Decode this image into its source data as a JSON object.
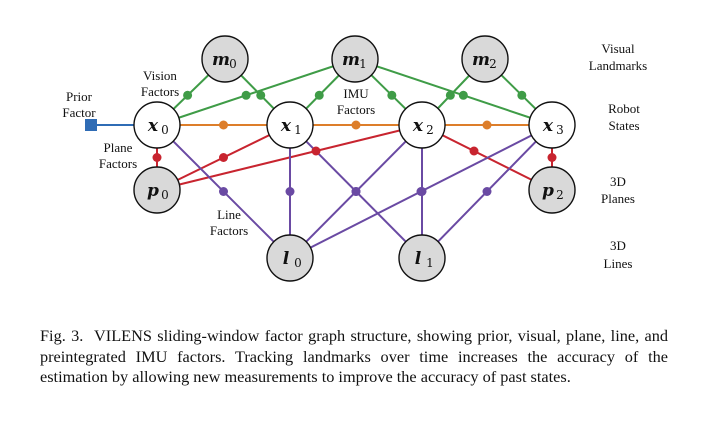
{
  "labels": {
    "vision_factors": [
      "Vision",
      "Factors"
    ],
    "prior_factor": [
      "Prior",
      "Factor"
    ],
    "plane_factors": [
      "Plane",
      "Factors"
    ],
    "imu_factors": [
      "IMU",
      "Factors"
    ],
    "line_factors": [
      "Line",
      "Factors"
    ],
    "visual_landmarks": [
      "Visual",
      "Landmarks"
    ],
    "robot_states": [
      "Robot",
      "States"
    ],
    "planes_3d": [
      "3D",
      "Planes"
    ],
    "lines_3d": [
      "3D",
      "Lines"
    ]
  },
  "nodes": {
    "m0": {
      "base": "m",
      "sub": "0"
    },
    "m1": {
      "base": "m",
      "sub": "1"
    },
    "m2": {
      "base": "m",
      "sub": "2"
    },
    "x0": {
      "base": "x",
      "sub": "0"
    },
    "x1": {
      "base": "x",
      "sub": "1"
    },
    "x2": {
      "base": "x",
      "sub": "2"
    },
    "x3": {
      "base": "x",
      "sub": "3"
    },
    "p0": {
      "base": "p",
      "sub": "0"
    },
    "p2": {
      "base": "p",
      "sub": "2"
    },
    "l0": {
      "base": "l",
      "sub": "0"
    },
    "l1": {
      "base": "l",
      "sub": "1"
    }
  },
  "colors": {
    "vision": "#3f9c47",
    "imu": "#dd7e2a",
    "plane": "#c8242f",
    "line": "#6a4aa3",
    "prior": "#2f6cb5",
    "landmark_fill": "#d9d9d9",
    "state_fill": "#ffffff"
  },
  "caption": {
    "prefix": "Fig. 3.",
    "text": "VILENS sliding-window factor graph structure, showing prior, visual, plane, line, and preintegrated IMU factors. Tracking landmarks over time increases the accuracy of the estimation by allowing new measurements to improve the accuracy of past states."
  }
}
